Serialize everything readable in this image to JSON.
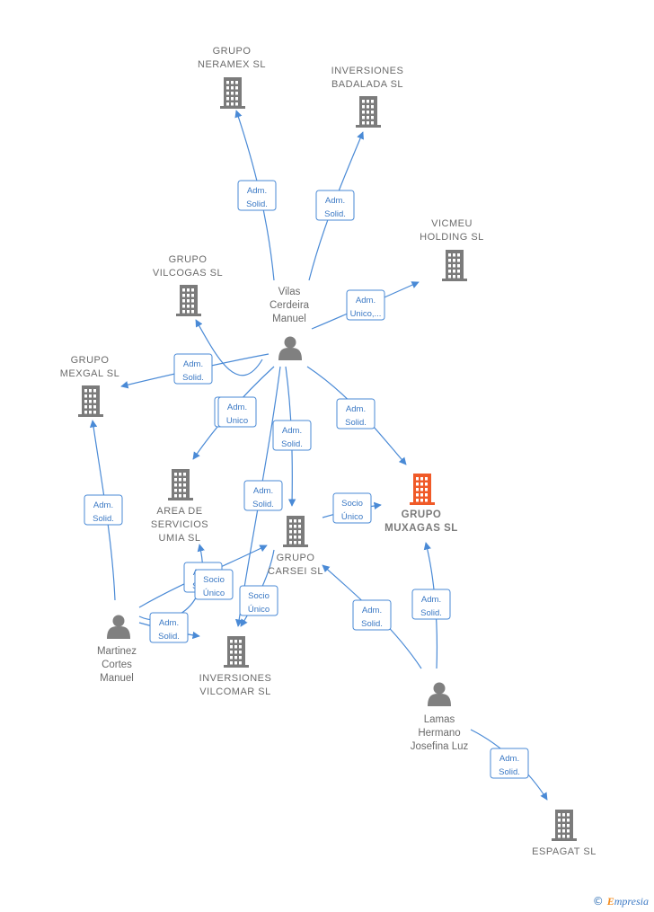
{
  "colors": {
    "edge": "#4a8ad6",
    "building": "#7b7b7b",
    "focus": "#f05a28",
    "person": "#808080",
    "text": "#6b6b6b"
  },
  "nodes": [
    {
      "id": "neramex",
      "type": "company",
      "lines": [
        "GRUPO",
        "NERAMEX SL"
      ]
    },
    {
      "id": "badalada",
      "type": "company",
      "lines": [
        "INVERSIONES",
        "BADALADA SL"
      ]
    },
    {
      "id": "vicmeu",
      "type": "company",
      "lines": [
        "VICMEU",
        "HOLDING SL"
      ]
    },
    {
      "id": "vilcogas",
      "type": "company",
      "lines": [
        "GRUPO",
        "VILCOGAS SL"
      ]
    },
    {
      "id": "mexgal",
      "type": "company",
      "lines": [
        "GRUPO",
        "MEXGAL SL"
      ]
    },
    {
      "id": "area",
      "type": "company",
      "lines": [
        "AREA DE",
        "SERVICIOS",
        "UMIA SL"
      ]
    },
    {
      "id": "muxagas",
      "type": "focus",
      "lines": [
        "GRUPO",
        "MUXAGAS SL"
      ]
    },
    {
      "id": "carsei",
      "type": "company",
      "lines": [
        "GRUPO",
        "CARSEI SL"
      ]
    },
    {
      "id": "vilcomar",
      "type": "company",
      "lines": [
        "INVERSIONES",
        "VILCOMAR SL"
      ]
    },
    {
      "id": "espagat",
      "type": "company",
      "lines": [
        "ESPAGAT SL"
      ]
    },
    {
      "id": "vilas",
      "type": "person",
      "lines": [
        "Vilas",
        "Cerdeira",
        "Manuel"
      ]
    },
    {
      "id": "martinez",
      "type": "person",
      "lines": [
        "Martinez",
        "Cortes",
        "Manuel"
      ]
    },
    {
      "id": "lamas",
      "type": "person",
      "lines": [
        "Lamas",
        "Hermano",
        "Josefina Luz"
      ]
    }
  ],
  "edges": [
    {
      "id": "vilas-neramex",
      "lines": [
        "Adm.",
        "Solid."
      ]
    },
    {
      "id": "vilas-badalada",
      "lines": [
        "Adm.",
        "Solid."
      ]
    },
    {
      "id": "vilas-vicmeu",
      "lines": [
        "Adm.",
        "Unico,..."
      ]
    },
    {
      "id": "vilas-mexgal",
      "lines": [
        "Adm.",
        "Solid."
      ]
    },
    {
      "id": "vilas-vilcogas",
      "lines": [
        "Adm.",
        "Unico"
      ]
    },
    {
      "id": "vilas-area",
      "lines": [
        "Adm.",
        "Unico"
      ]
    },
    {
      "id": "vilas-muxagas",
      "lines": [
        "Adm.",
        "Solid."
      ]
    },
    {
      "id": "vilas-carsei",
      "lines": [
        "Adm.",
        "Solid."
      ]
    },
    {
      "id": "vilas-vilcomar",
      "lines": [
        "Adm.",
        "Solid."
      ]
    },
    {
      "id": "carsei-muxagas",
      "lines": [
        "Socio",
        "Único"
      ]
    },
    {
      "id": "martinez-mexgal",
      "lines": [
        "Adm.",
        "Solid."
      ]
    },
    {
      "id": "martinez-carsei",
      "lines": [
        "Adm.",
        "Solid."
      ]
    },
    {
      "id": "martinez-area",
      "lines": [
        "Socio",
        "Único"
      ]
    },
    {
      "id": "martinez-vilcomar",
      "lines": [
        "Adm.",
        "Solid."
      ]
    },
    {
      "id": "carsei-vilcomar",
      "lines": [
        "Socio",
        "Único"
      ]
    },
    {
      "id": "lamas-carsei",
      "lines": [
        "Adm.",
        "Solid."
      ]
    },
    {
      "id": "lamas-muxagas",
      "lines": [
        "Adm.",
        "Solid."
      ]
    },
    {
      "id": "lamas-espagat",
      "lines": [
        "Adm.",
        "Solid."
      ]
    }
  ],
  "brand": {
    "copyright": "©",
    "initial": "E",
    "rest": "mpresia"
  }
}
